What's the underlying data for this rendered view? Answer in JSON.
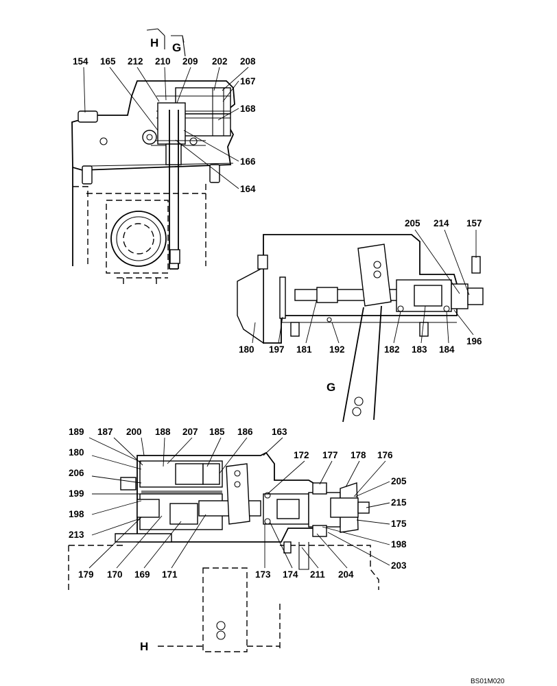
{
  "top_view": {
    "section_marks": [
      "H",
      "G"
    ],
    "labels": [
      "154",
      "165",
      "212",
      "210",
      "209",
      "202",
      "208",
      "167",
      "168",
      "166",
      "164"
    ]
  },
  "view_g": {
    "view_label": "G",
    "labels": [
      "205",
      "214",
      "157",
      "180",
      "197",
      "181",
      "192",
      "182",
      "183",
      "184",
      "196"
    ]
  },
  "view_h": {
    "view_label": "H",
    "labels": [
      "189",
      "187",
      "200",
      "188",
      "207",
      "185",
      "186",
      "163",
      "180",
      "206",
      "172",
      "177",
      "178",
      "176",
      "199",
      "198",
      "213",
      "205",
      "215",
      "175",
      "198",
      "203",
      "179",
      "170",
      "169",
      "171",
      "173",
      "174",
      "211",
      "204"
    ]
  },
  "drawing_code": "BS01M020"
}
